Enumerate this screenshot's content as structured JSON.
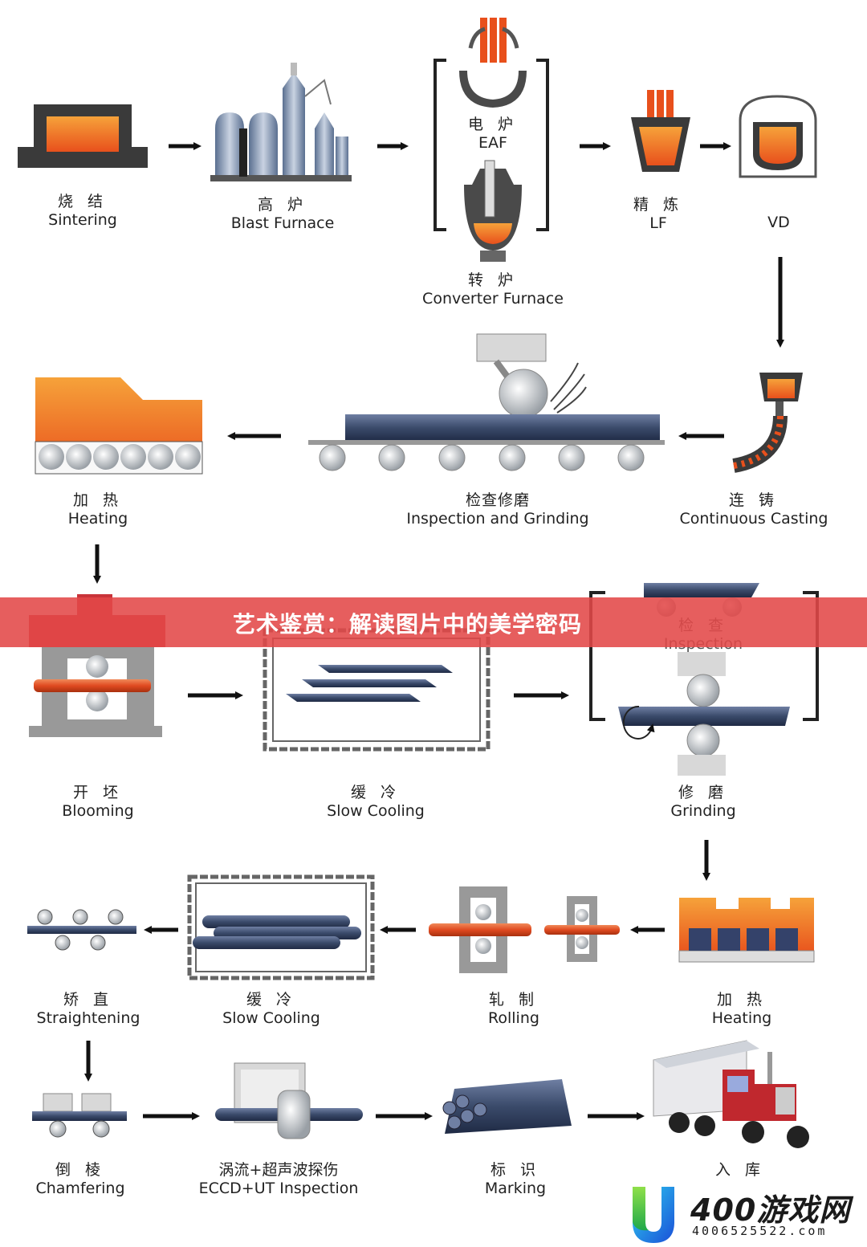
{
  "banner": {
    "text": "艺术鉴赏：解读图片中的美学密码",
    "color": "#e24848"
  },
  "colors": {
    "molten": "#e8501c",
    "molten_light": "#f6a23a",
    "steel": "#3a4a6a",
    "frame": "#444444",
    "arrow": "#111111"
  },
  "steps": {
    "sintering": {
      "cn": "烧 结",
      "en": "Sintering"
    },
    "blast_furnace": {
      "cn": "高 炉",
      "en": "Blast Furnace"
    },
    "eaf": {
      "cn": "电 炉",
      "en": "EAF"
    },
    "converter": {
      "cn": "转 炉",
      "en": "Converter Furnace"
    },
    "lf": {
      "cn": "精 炼",
      "en": "LF"
    },
    "vd": {
      "cn": "",
      "en": "VD"
    },
    "continuous_casting": {
      "cn": "连 铸",
      "en": "Continuous Casting"
    },
    "inspection_grinding": {
      "cn": "检查修磨",
      "en": "Inspection and Grinding"
    },
    "heating_1": {
      "cn": "加 热",
      "en": "Heating"
    },
    "blooming": {
      "cn": "开 坯",
      "en": "Blooming"
    },
    "slow_cooling_1": {
      "cn": "缓 冷",
      "en": "Slow Cooling"
    },
    "inspection": {
      "cn": "检 查",
      "en": "Inspection"
    },
    "grinding": {
      "cn": "修 磨",
      "en": "Grinding"
    },
    "heating_2": {
      "cn": "加 热",
      "en": "Heating"
    },
    "rolling": {
      "cn": "轧 制",
      "en": "Rolling"
    },
    "slow_cooling_2": {
      "cn": "缓 冷",
      "en": "Slow Cooling"
    },
    "straightening": {
      "cn": "矫 直",
      "en": "Straightening"
    },
    "chamfering": {
      "cn": "倒 棱",
      "en": "Chamfering"
    },
    "ecc_ut": {
      "cn": "涡流+超声波探伤",
      "en": "ECCD+UT Inspection"
    },
    "marking": {
      "cn": "标 识",
      "en": "Marking"
    },
    "storage": {
      "cn": "入 库",
      "en": ""
    }
  },
  "brand": {
    "name": "400游戏网",
    "phone": "4006525522.com",
    "logo_icon": "u-logo-icon"
  }
}
